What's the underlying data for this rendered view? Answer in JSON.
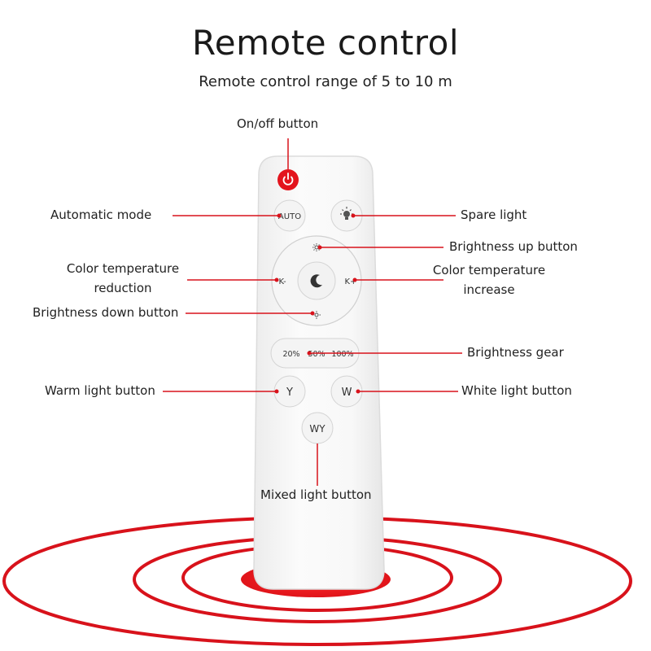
{
  "header": {
    "title": "Remote control",
    "subtitle": "Remote control range of 5 to 10 m"
  },
  "remote": {
    "auto_label": "AUTO",
    "k_minus_label": "K-",
    "k_plus_label": "K+",
    "gear_20": "20%",
    "gear_50": "50%",
    "gear_100": "100%",
    "y_label": "Y",
    "w_label": "W",
    "wy_label": "WY"
  },
  "callouts": {
    "power": "On/off button",
    "auto": "Automatic mode",
    "spare": "Spare light",
    "bright_up": "Brightness up button",
    "ct_reduction_line1": "Color temperature",
    "ct_reduction_line2": "reduction",
    "ct_increase_line1": "Color temperature",
    "ct_increase_line2": "increase",
    "bright_down": "Brightness down button",
    "gear": "Brightness gear",
    "warm": "Warm light button",
    "white": "White light button",
    "mixed": "Mixed light button"
  },
  "colors": {
    "accent": "#d8121b",
    "remote_body": "#f7f7f7"
  }
}
